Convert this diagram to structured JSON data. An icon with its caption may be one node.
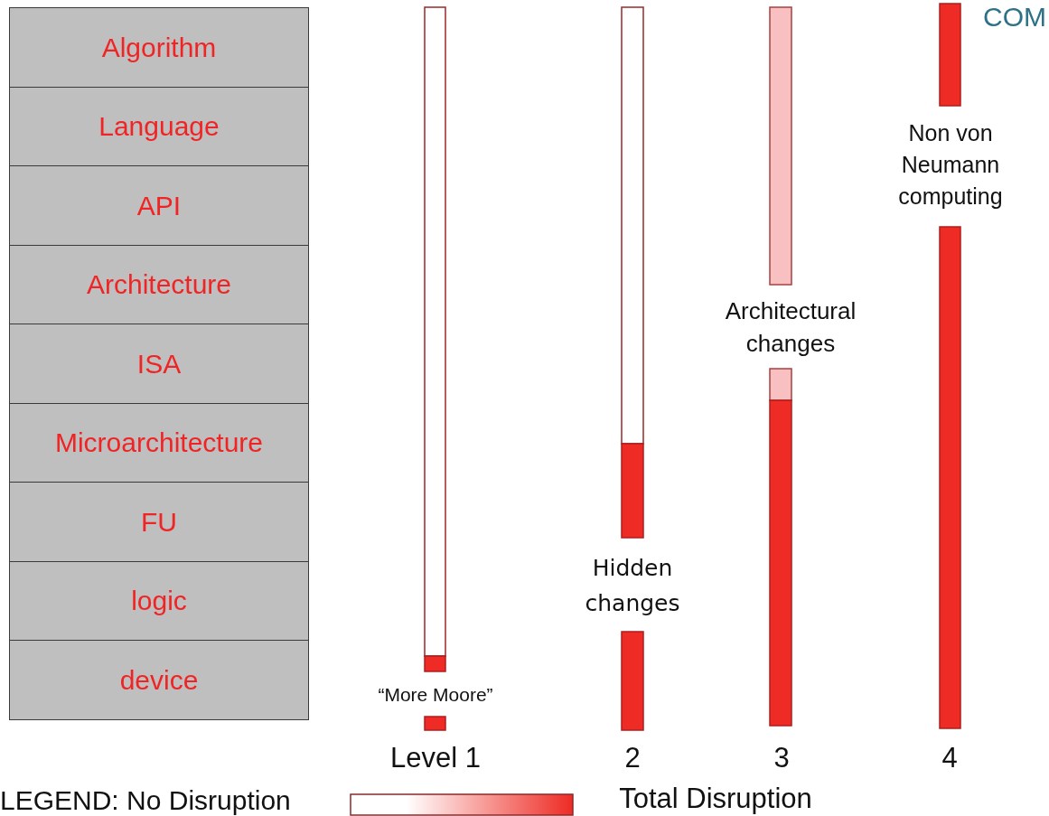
{
  "diagram": {
    "nodes": [
      {
        "text": [
          "Algorithm"
        ]
      },
      {
        "text": [
          "Language"
        ]
      },
      {
        "text": [
          "API"
        ]
      },
      {
        "text": [
          "Architecture"
        ]
      },
      {
        "text": [
          "ISA"
        ]
      },
      {
        "text": [
          "Microarchitecture"
        ]
      },
      {
        "text": [
          "FU"
        ]
      },
      {
        "text": [
          "logic"
        ]
      },
      {
        "text": [
          "device"
        ]
      },
      {
        "text": [],
        "shape": "bar"
      },
      {
        "text": [],
        "shape": "bar"
      },
      {
        "text": [],
        "shape": "bar"
      },
      {
        "text": [],
        "shape": "bar"
      },
      {
        "text": [],
        "shape": "bar"
      },
      {
        "text": [],
        "shape": "bar"
      },
      {
        "text": [],
        "shape": "bar"
      },
      {
        "text": [],
        "shape": "bar"
      },
      {
        "text": [],
        "shape": "bar"
      },
      {
        "text": [],
        "shape": "bar"
      },
      {
        "text": [],
        "shape": "bar"
      },
      {
        "text": [],
        "shape": "bar",
        "beside": [
          "LEGEND: No Disruption",
          "Total Disruption"
        ]
      }
    ],
    "labels": [
      "COM",
      "Non von Neumann computing",
      "Architectural changes",
      "Hidden changes",
      "“More Moore”",
      "Level 1",
      "2",
      "3",
      "4"
    ]
  }
}
